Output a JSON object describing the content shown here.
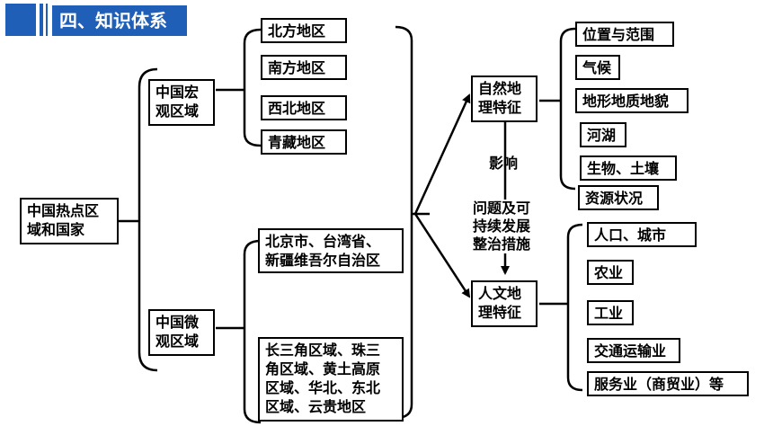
{
  "header": {
    "title": "四、知识体系",
    "accent_color": "#1F5FB8"
  },
  "root": "中国热点区\n域和国家",
  "macro": {
    "label": "中国宏\n观区域",
    "regions": [
      "北方地区",
      "南方地区",
      "西北地区",
      "青藏地区"
    ]
  },
  "micro": {
    "label": "中国微\n观区域",
    "items": [
      "北京市、台湾省、\n新疆维吾尔自治区",
      "长三角区域、珠三\n角区域、黄土高原\n区域、华北、东北\n区域、云贵地区"
    ]
  },
  "natural": {
    "label": "自然地\n理特征",
    "items": [
      "位置与范围",
      "气候",
      "地形地质地貌",
      "河湖",
      "生物、土壤",
      "资源状况"
    ]
  },
  "human": {
    "label": "人文地\n理特征",
    "items": [
      "人口、城市",
      "农业",
      "工业",
      "交通运输业",
      "服务业（商贸业）等"
    ]
  },
  "arrow_labels": {
    "influence": "影响",
    "issues": "问题及可\n持续发展\n整治措施"
  }
}
